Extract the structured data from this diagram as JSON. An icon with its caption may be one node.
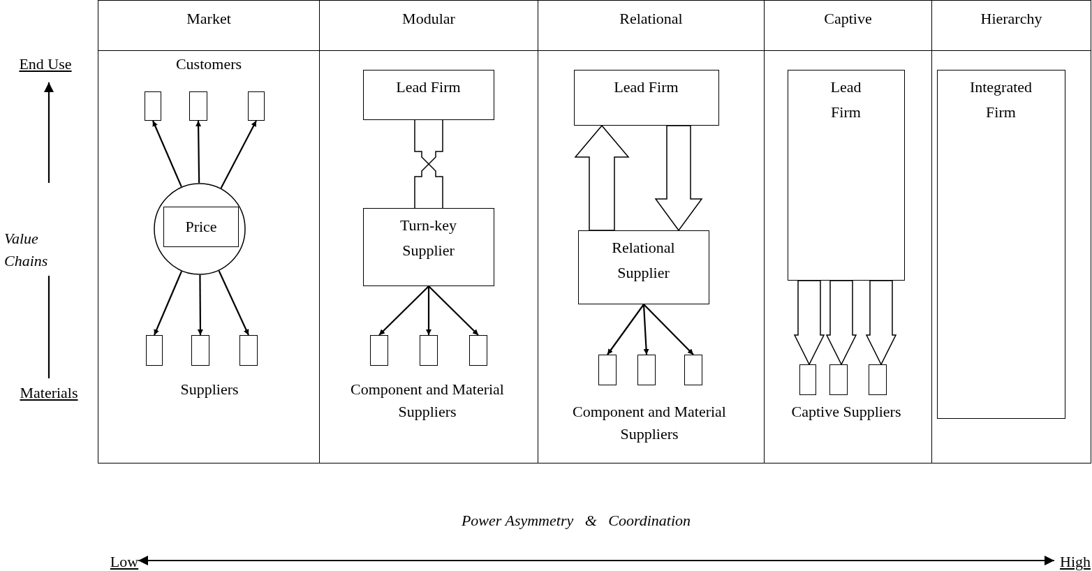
{
  "diagram": {
    "nodes": [
      {
        "text": [
          "Market"
        ]
      },
      {
        "text": [
          "Modular"
        ]
      },
      {
        "text": [
          "Relational"
        ]
      },
      {
        "text": [
          "Captive"
        ]
      },
      {
        "text": [
          "Hierarchy"
        ]
      },
      {
        "text": [],
        "shape": "circle",
        "in": 0
      },
      {
        "text": [
          "Price"
        ],
        "in": 5
      },
      {
        "text": [],
        "shape": "box",
        "in": 0
      },
      {
        "text": [],
        "shape": "box",
        "in": 0
      },
      {
        "text": [],
        "shape": "box",
        "in": 0
      },
      {
        "text": [],
        "shape": "box",
        "in": 0
      },
      {
        "text": [],
        "shape": "box",
        "in": 0
      },
      {
        "text": [],
        "shape": "box",
        "in": 0
      },
      {
        "text": [
          "Lead Firm"
        ],
        "in": 1
      },
      {
        "text": [
          "Turn-key Supplier"
        ],
        "in": 1
      },
      {
        "text": [],
        "shape": "box",
        "in": 1
      },
      {
        "text": [],
        "shape": "box",
        "in": 1
      },
      {
        "text": [],
        "shape": "box",
        "in": 1
      },
      {
        "text": [
          "Lead Firm"
        ],
        "in": 2
      },
      {
        "text": [
          "Relational Supplier"
        ],
        "in": 2
      },
      {
        "text": [],
        "shape": "box",
        "in": 2
      },
      {
        "text": [],
        "shape": "box",
        "in": 2
      },
      {
        "text": [],
        "shape": "box",
        "in": 2
      },
      {
        "text": [
          "Lead Firm"
        ],
        "in": 3
      },
      {
        "text": [],
        "shape": "box",
        "in": 3
      },
      {
        "text": [],
        "shape": "box",
        "in": 3
      },
      {
        "text": [],
        "shape": "box",
        "in": 3
      },
      {
        "text": [
          "Integrated Firm"
        ],
        "in": 4
      }
    ],
    "edges": [
      {
        "from": 5,
        "to": 7,
        "arrow": "to"
      },
      {
        "from": 5,
        "to": 8,
        "arrow": "to"
      },
      {
        "from": 5,
        "to": 9,
        "arrow": "to"
      },
      {
        "from": 5,
        "to": 10,
        "arrow": "to"
      },
      {
        "from": 5,
        "to": 11,
        "arrow": "to"
      },
      {
        "from": 5,
        "to": 12,
        "arrow": "to"
      },
      {
        "from": 13,
        "to": 14,
        "arrow": "none"
      },
      {
        "from": 14,
        "to": 15,
        "arrow": "to"
      },
      {
        "from": 14,
        "to": 16,
        "arrow": "to"
      },
      {
        "from": 14,
        "to": 17,
        "arrow": "to"
      },
      {
        "from": 19,
        "to": 18,
        "arrow": "to",
        "style": "thick"
      },
      {
        "from": 18,
        "to": 19,
        "arrow": "to",
        "style": "thick"
      },
      {
        "from": 19,
        "to": 20,
        "arrow": "to"
      },
      {
        "from": 19,
        "to": 21,
        "arrow": "to"
      },
      {
        "from": 19,
        "to": 22,
        "arrow": "to"
      },
      {
        "from": 23,
        "to": 24,
        "arrow": "to",
        "style": "thick"
      },
      {
        "from": 23,
        "to": 25,
        "arrow": "to",
        "style": "thick"
      },
      {
        "from": 23,
        "to": 26,
        "arrow": "to",
        "style": "thick"
      }
    ],
    "labels": [
      "End Use",
      "Customers",
      "Value Chains",
      "Materials",
      "Suppliers",
      "Component and Material Suppliers",
      "Component and Material Suppliers",
      "Captive Suppliers",
      "Power Asymmetry   &   Coordination",
      "Low",
      "High"
    ]
  }
}
